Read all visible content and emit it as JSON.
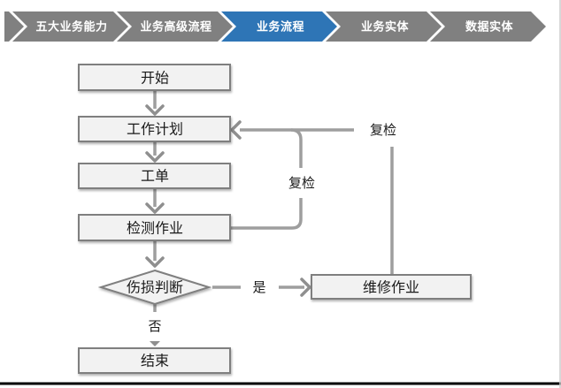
{
  "breadcrumb": {
    "items": [
      {
        "label": "五大业务能力",
        "active": false
      },
      {
        "label": "业务高级流程",
        "active": false
      },
      {
        "label": "业务流程",
        "active": true
      },
      {
        "label": "业务实体",
        "active": false
      },
      {
        "label": "数据实体",
        "active": false
      }
    ],
    "colors": {
      "inactive_bg": "#808080",
      "active_bg": "#2e75b6",
      "text": "#ffffff"
    }
  },
  "flowchart": {
    "nodes": {
      "start": {
        "label": "开始",
        "type": "process"
      },
      "plan": {
        "label": "工作计划",
        "type": "process"
      },
      "order": {
        "label": "工单",
        "type": "process"
      },
      "inspect": {
        "label": "检测作业",
        "type": "process"
      },
      "decision": {
        "label": "伤损判断",
        "type": "decision"
      },
      "repair": {
        "label": "维修作业",
        "type": "process"
      },
      "end": {
        "label": "结束",
        "type": "process"
      }
    },
    "edge_labels": {
      "recheck_outer": "复检",
      "recheck_inner": "复检",
      "yes": "是",
      "no": "否"
    },
    "colors": {
      "node_fill": "#f2f2f2",
      "node_border": "#7f7f7f",
      "connector": "#9e9e9e",
      "text": "#1a1a1a"
    }
  }
}
